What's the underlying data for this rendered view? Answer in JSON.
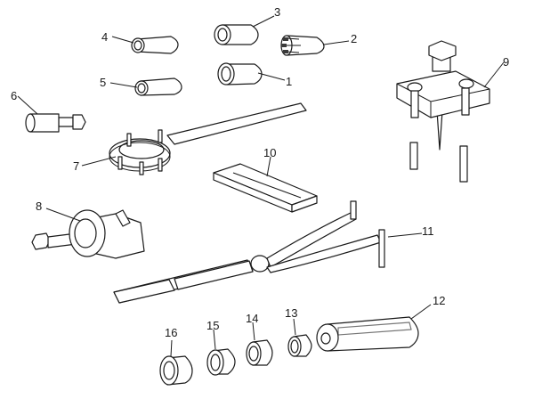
{
  "callouts": [
    "1",
    "2",
    "3",
    "4",
    "5",
    "6",
    "7",
    "8",
    "9",
    "10",
    "11",
    "12",
    "13",
    "14",
    "15",
    "16"
  ],
  "colors": {
    "ink": "#1a1a1a",
    "paper": "#ffffff",
    "shade": "#d6d6d6"
  }
}
